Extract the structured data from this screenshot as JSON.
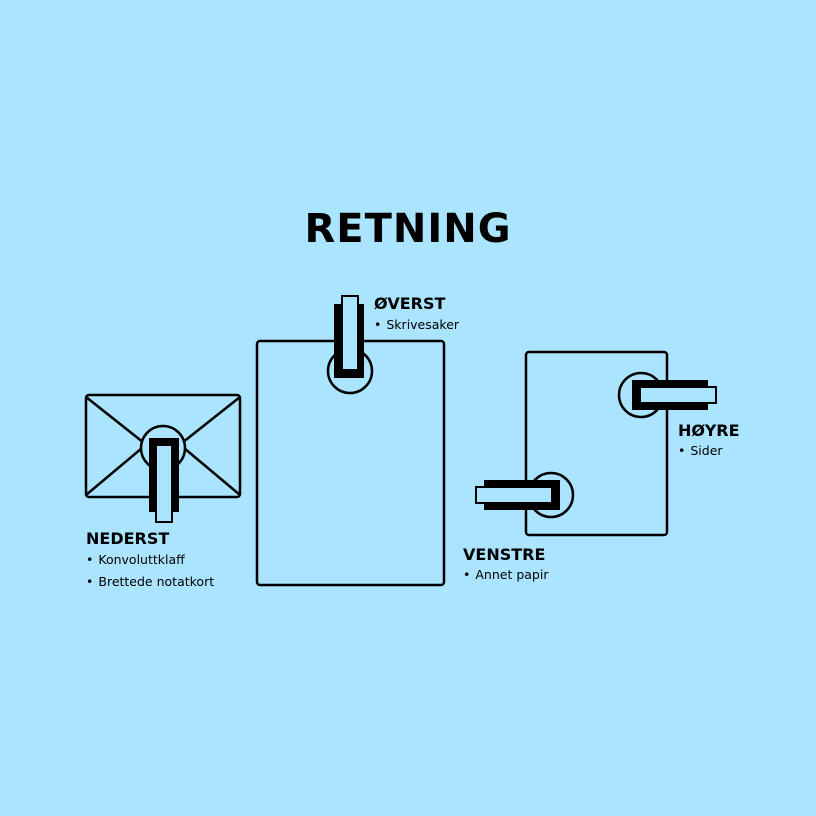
{
  "title": "RETNING",
  "colors": {
    "background": "#aae4fe",
    "stroke": "#000000"
  },
  "sections": {
    "bottom": {
      "label": "NEDERST",
      "items": [
        "Konvoluttklaff",
        "Brettede notatkort"
      ],
      "icon": "envelope-icon"
    },
    "top": {
      "label": "ØVERST",
      "items": [
        "Skrivesaker"
      ],
      "icon": "portrait-paper-icon"
    },
    "right": {
      "label": "HØYRE",
      "items": [
        "Sider"
      ],
      "icon": "square-paper-icon"
    },
    "left": {
      "label": "VENSTRE",
      "items": [
        "Annet papir"
      ],
      "icon": "square-paper-icon"
    }
  }
}
